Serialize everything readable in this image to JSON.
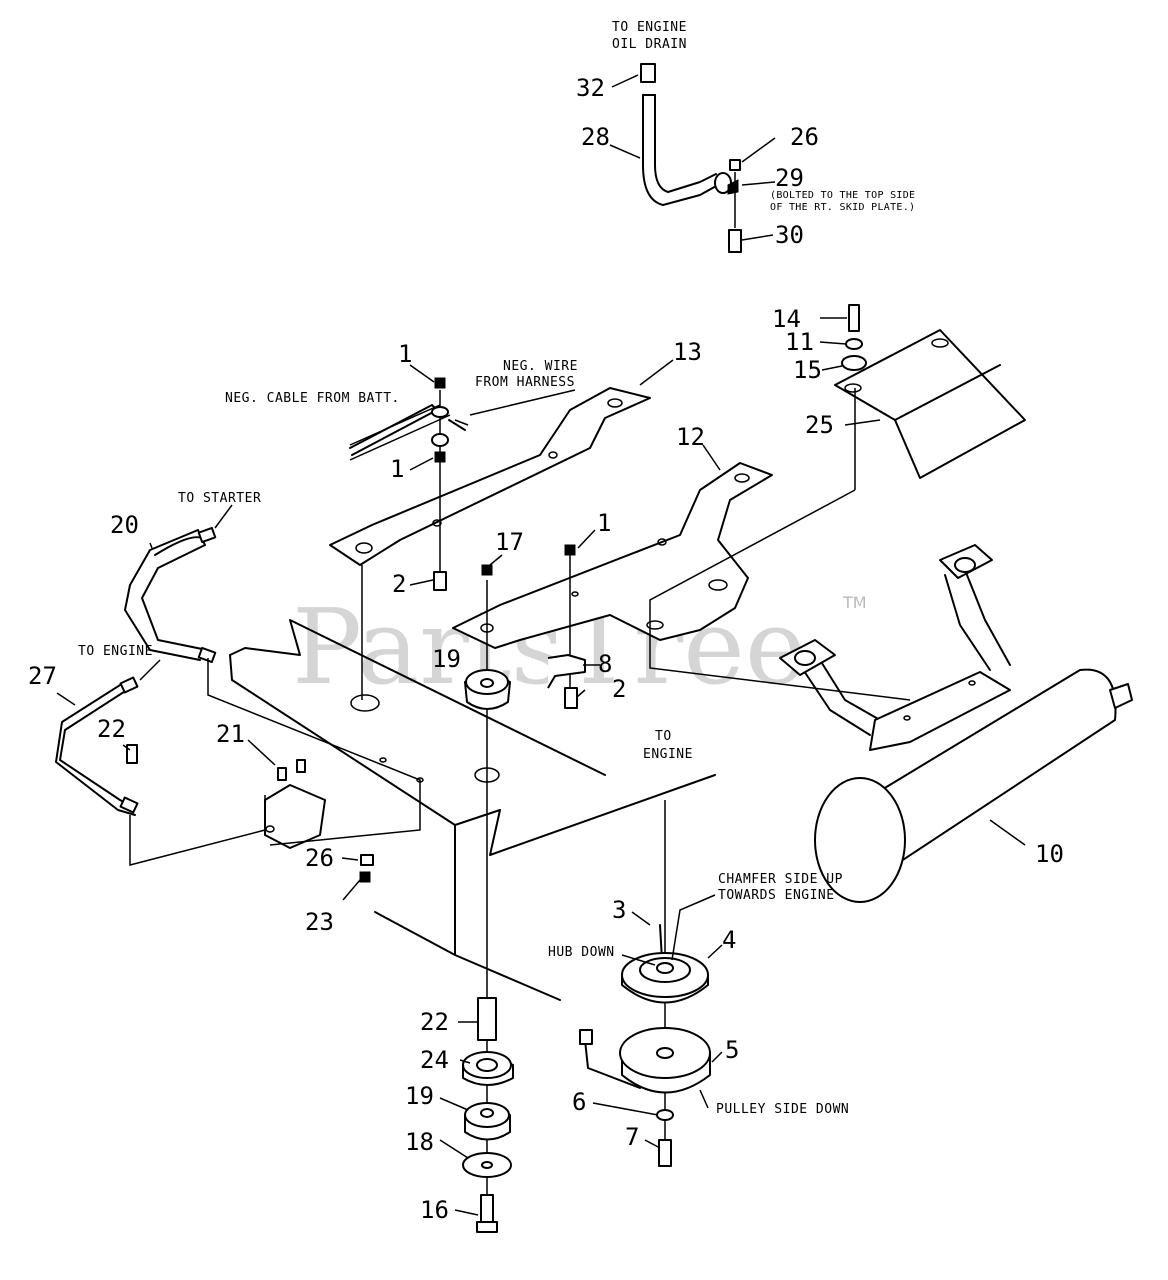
{
  "callouts": [
    {
      "label": "32"
    },
    {
      "label": "28"
    },
    {
      "label": "26"
    },
    {
      "label": "29"
    },
    {
      "label": "30"
    },
    {
      "label": "14"
    },
    {
      "label": "11"
    },
    {
      "label": "15"
    },
    {
      "label": "25"
    },
    {
      "label": "13"
    },
    {
      "label": "12"
    },
    {
      "label": "1"
    },
    {
      "label": "1"
    },
    {
      "label": "1"
    },
    {
      "label": "2"
    },
    {
      "label": "17"
    },
    {
      "label": "2"
    },
    {
      "label": "8"
    },
    {
      "label": "19"
    },
    {
      "label": "20"
    },
    {
      "label": "27"
    },
    {
      "label": "22"
    },
    {
      "label": "21"
    },
    {
      "label": "26"
    },
    {
      "label": "23"
    },
    {
      "label": "10"
    },
    {
      "label": "3"
    },
    {
      "label": "4"
    },
    {
      "label": "5"
    },
    {
      "label": "6"
    },
    {
      "label": "7"
    },
    {
      "label": "22"
    },
    {
      "label": "24"
    },
    {
      "label": "19"
    },
    {
      "label": "18"
    },
    {
      "label": "16"
    }
  ],
  "notes": {
    "oil_drain_1": "TO ENGINE",
    "oil_drain_2": "OIL DRAIN",
    "bolted_1": "(BOLTED TO THE TOP SIDE",
    "bolted_2": "OF THE RT. SKID PLATE.)",
    "neg_cable": "NEG. CABLE FROM BATT.",
    "neg_wire_1": "NEG. WIRE",
    "neg_wire_2": "FROM HARNESS",
    "to_starter": "TO STARTER",
    "to_engine_left": "TO ENGINE",
    "to_engine_mid_1": "TO",
    "to_engine_mid_2": "ENGINE",
    "chamfer_1": "CHAMFER SIDE UP",
    "chamfer_2": "TOWARDS ENGINE",
    "hub_down": "HUB DOWN",
    "pulley_side": "PULLEY SIDE DOWN"
  },
  "watermark": {
    "text": "PartsTree",
    "tm": "TM"
  }
}
